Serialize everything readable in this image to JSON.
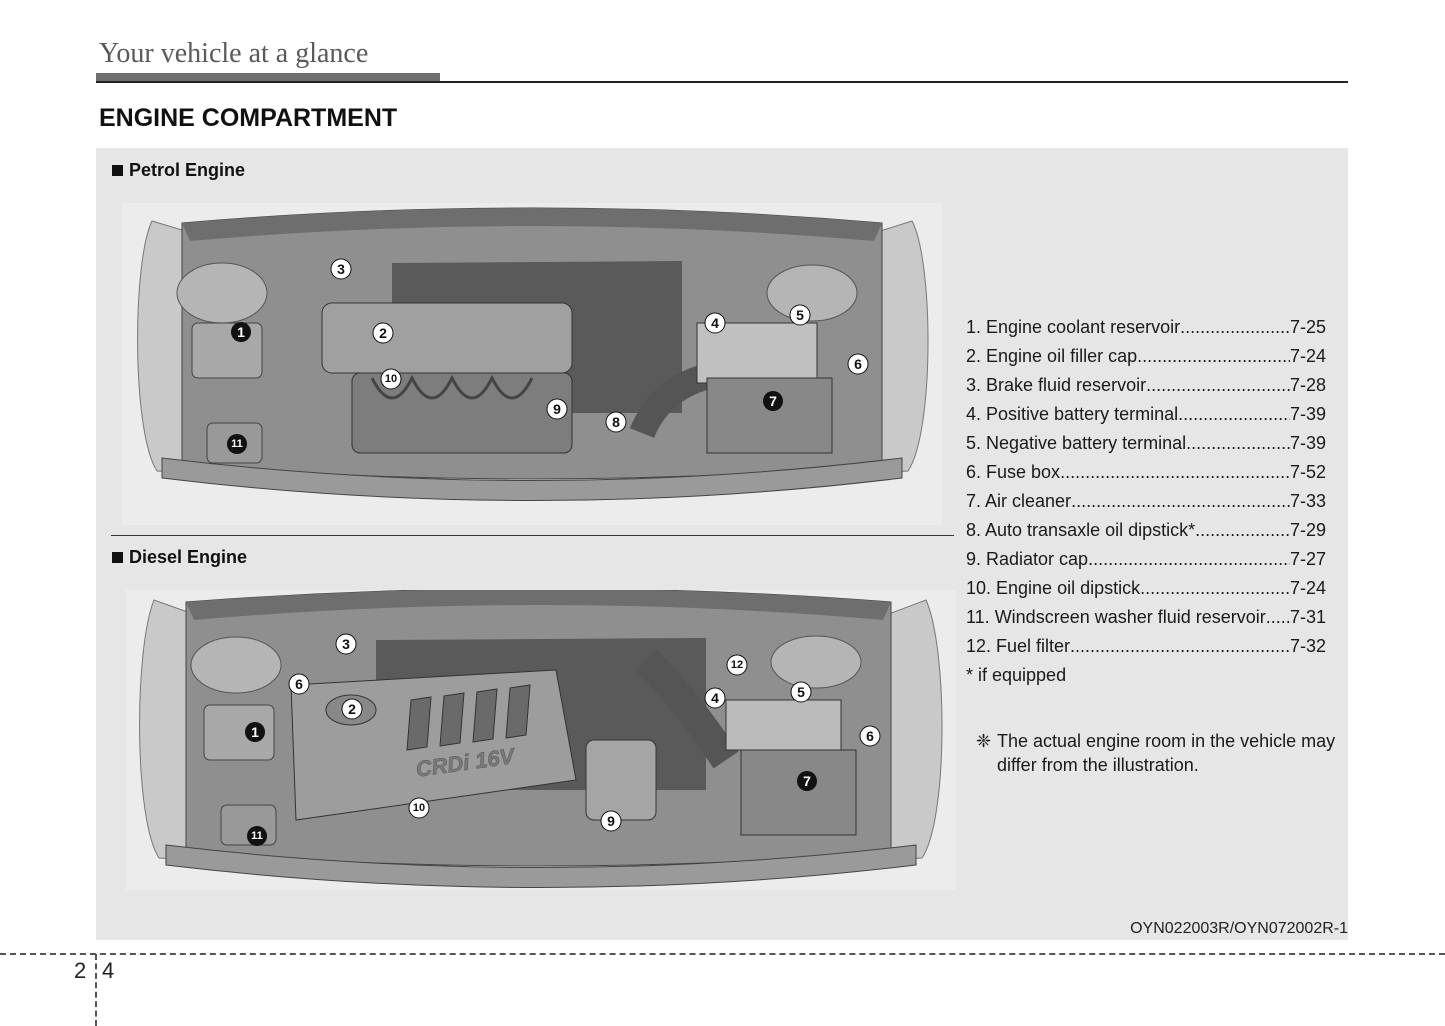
{
  "header": {
    "title": "Your vehicle at a glance"
  },
  "section": {
    "title": "ENGINE COMPARTMENT"
  },
  "petrol": {
    "label": "Petrol Engine",
    "callouts": [
      "1",
      "2",
      "3",
      "4",
      "5",
      "6",
      "7",
      "8",
      "9",
      "10",
      "11"
    ]
  },
  "diesel": {
    "label": "Diesel Engine",
    "callouts": [
      "1",
      "2",
      "3",
      "4",
      "5",
      "6",
      "6",
      "7",
      "9",
      "10",
      "11",
      "12"
    ],
    "engine_cover_text": "CRDi 16V"
  },
  "legend": {
    "items": [
      {
        "label": "1. Engine coolant reservoir",
        "page": "7-25"
      },
      {
        "label": "2. Engine oil filler cap ",
        "page": "7-24"
      },
      {
        "label": "3. Brake fluid reservoir",
        "page": "7-28"
      },
      {
        "label": "4. Positive battery terminal ",
        "page": "7-39"
      },
      {
        "label": "5. Negative battery terminal",
        "page": "7-39"
      },
      {
        "label": "6. Fuse box ",
        "page": "7-52"
      },
      {
        "label": "7. Air cleaner",
        "page": "7-33"
      },
      {
        "label": "8. Auto transaxle oil dipstick*",
        "page": "7-29"
      },
      {
        "label": "9. Radiator cap ",
        "page": "7-27"
      },
      {
        "label": "10. Engine oil dipstick ",
        "page": "7-24"
      },
      {
        "label": "11. Windscreen washer fluid reservoir ",
        "page": "7-31"
      },
      {
        "label": "12. Fuel filter",
        "page": "7-32"
      }
    ],
    "footnote": "* if equipped"
  },
  "note": {
    "symbol": "❈",
    "text": "The actual engine room in the vehicle may differ from the illustration."
  },
  "figure_code": "OYN022003R/OYN072002R-1",
  "page_number": {
    "section": "2",
    "page": "4"
  }
}
